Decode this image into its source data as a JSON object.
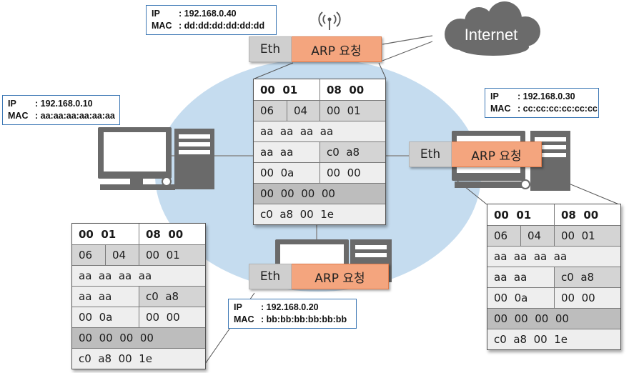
{
  "internet": {
    "label": "Internet"
  },
  "hosts": {
    "host_a": {
      "ip_label": "IP",
      "ip": ": 192.168.0.10",
      "mac_label": "MAC",
      "mac": ": aa:aa:aa:aa:aa:aa"
    },
    "host_b": {
      "ip_label": "IP",
      "ip": ": 192.168.0.20",
      "mac_label": "MAC",
      "mac": ": bb:bb:bb:bb:bb:bb"
    },
    "host_c": {
      "ip_label": "IP",
      "ip": ": 192.168.0.30",
      "mac_label": "MAC",
      "mac": ": cc:cc:cc:cc:cc:cc"
    },
    "host_d": {
      "ip_label": "IP",
      "ip": ": 192.168.0.40",
      "mac_label": "MAC",
      "mac": ": dd:dd:dd:dd:dd:dd"
    }
  },
  "frames": {
    "eth_label": "Eth",
    "arp_label": "ARP 요청"
  },
  "packet": {
    "rows": [
      [
        "00  01",
        "08  00"
      ],
      [
        "06",
        "04",
        "00  01"
      ],
      [
        "aa  aa  aa  aa"
      ],
      [
        "aa  aa",
        "c0  a8"
      ],
      [
        "00  0a",
        "00  00"
      ],
      [
        "00  00  00  00"
      ],
      [
        "c0  a8  00  1e"
      ]
    ]
  },
  "icons": [
    "computer-icon",
    "wifi-antenna-icon",
    "cloud-icon"
  ],
  "colors": {
    "network_ellipse": "#c5dcef",
    "arp_frame": "#f4a57e",
    "eth_frame": "#cfcfcf",
    "info_border": "#3d78b5",
    "cloud": "#6b6b6b"
  }
}
